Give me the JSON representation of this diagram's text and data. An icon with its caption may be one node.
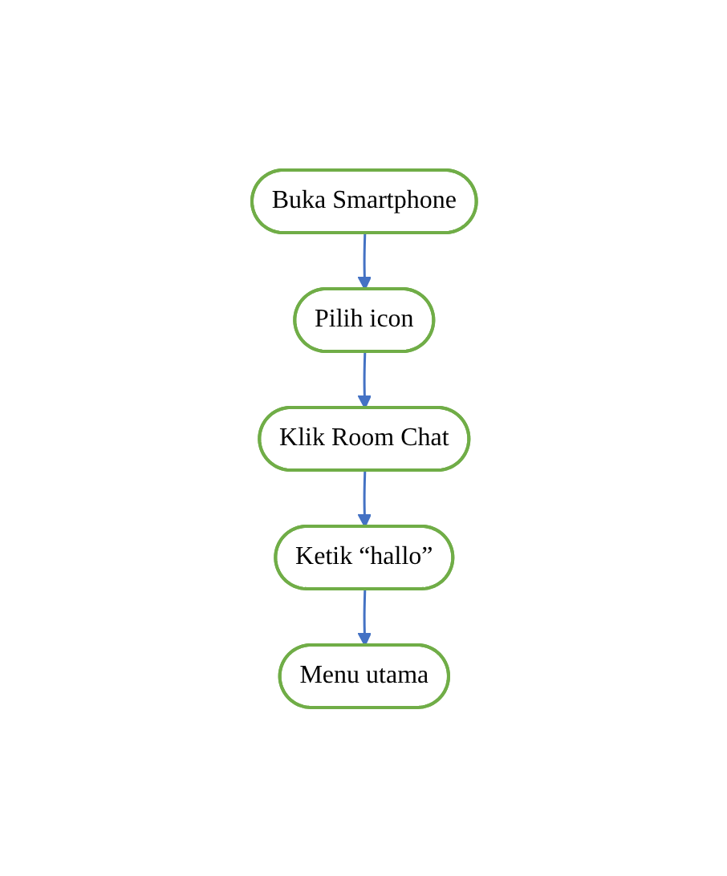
{
  "diagram": {
    "nodes": [
      {
        "text": [
          "Buka Smartphone"
        ]
      },
      {
        "text": [
          "Pilih icon"
        ]
      },
      {
        "text": [
          "Klik Room Chat"
        ]
      },
      {
        "text": [
          "Ketik “hallo”"
        ]
      },
      {
        "text": [
          "Menu utama"
        ]
      }
    ],
    "edges": [
      {
        "from": 0,
        "to": 1,
        "arrow": "to"
      },
      {
        "from": 1,
        "to": 2,
        "arrow": "to"
      },
      {
        "from": 2,
        "to": 3,
        "arrow": "to"
      },
      {
        "from": 3,
        "to": 4,
        "arrow": "to"
      }
    ]
  }
}
